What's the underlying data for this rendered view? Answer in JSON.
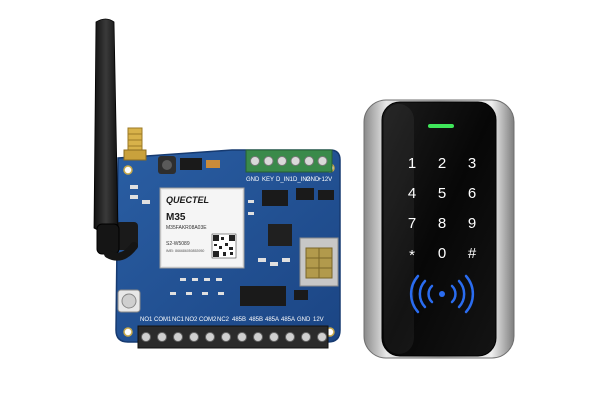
{
  "board": {
    "module": {
      "brand": "QUECTEL",
      "model": "M35",
      "part_number": "M35FAKR08A03E",
      "serial": "S2-W5089",
      "imei": "IMEI: 866686050853950"
    },
    "top_terminal_labels": [
      "GND",
      "KEY",
      "D_IN1",
      "D_IN2",
      "GND",
      "+12V"
    ],
    "bottom_terminal_labels": [
      "NO1",
      "COM1",
      "NC1",
      "NO2",
      "COM2",
      "NC2",
      "485B",
      "485B",
      "485A",
      "485A",
      "GND",
      "12V"
    ]
  },
  "keypad": {
    "keys": [
      "1",
      "2",
      "3",
      "4",
      "5",
      "6",
      "7",
      "8",
      "9",
      "*",
      "0",
      "#"
    ],
    "status_led_color": "#3fe65a",
    "rfid_icon_color": "#2a6cf0"
  },
  "colors": {
    "pcb": "#1f4f93",
    "terminal_block": "#2b2b2b",
    "terminal_green": "#3a8a4a",
    "keypad_body": "#0a0a0a",
    "keypad_frame": "#c9c9c9"
  }
}
